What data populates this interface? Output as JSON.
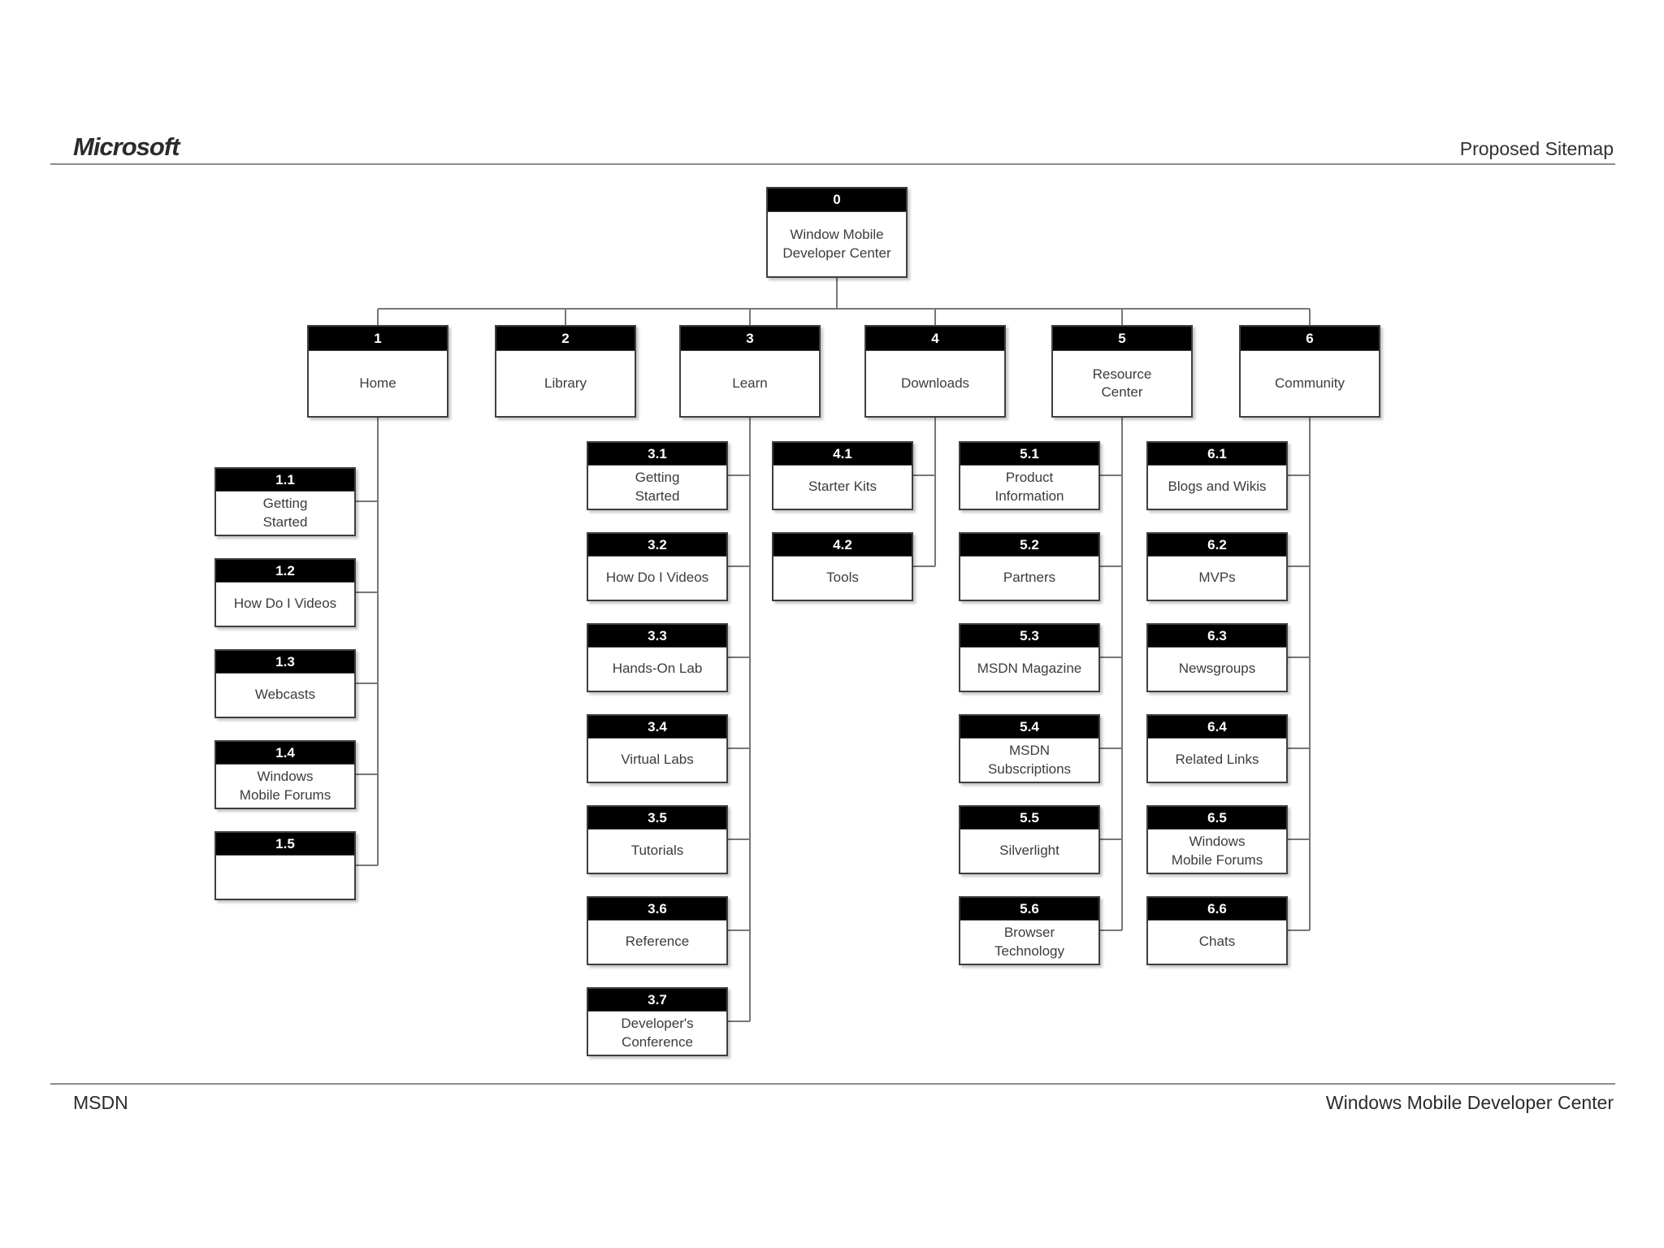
{
  "page": {
    "brand": "Microsoft",
    "title": "Proposed Sitemap",
    "footer_left": "MSDN",
    "footer_right": "Windows Mobile Developer Center"
  },
  "colors": {
    "node_header_bg": "#000000",
    "node_border": "#3f3f3f",
    "connector": "#777777",
    "body_text": "#3c3c3c",
    "rule": "#8c8c8c"
  },
  "sitemap": {
    "root": {
      "id": "0",
      "label": "Window Mobile\nDeveloper Center"
    },
    "level1": [
      {
        "id": "1",
        "label": "Home",
        "key": "c1"
      },
      {
        "id": "2",
        "label": "Library",
        "key": "c2"
      },
      {
        "id": "3",
        "label": "Learn",
        "key": "c3"
      },
      {
        "id": "4",
        "label": "Downloads",
        "key": "c4"
      },
      {
        "id": "5",
        "label": "Resource\nCenter",
        "key": "c5"
      },
      {
        "id": "6",
        "label": "Community",
        "key": "c6"
      }
    ],
    "children": {
      "c1": [
        {
          "id": "1.1",
          "label": "Getting\nStarted"
        },
        {
          "id": "1.2",
          "label": "How Do I Videos"
        },
        {
          "id": "1.3",
          "label": "Webcasts"
        },
        {
          "id": "1.4",
          "label": "Windows\nMobile Forums"
        },
        {
          "id": "1.5",
          "label": ""
        }
      ],
      "c2": [],
      "c3": [
        {
          "id": "3.1",
          "label": "Getting\nStarted"
        },
        {
          "id": "3.2",
          "label": "How Do I Videos"
        },
        {
          "id": "3.3",
          "label": "Hands-On Lab"
        },
        {
          "id": "3.4",
          "label": "Virtual Labs"
        },
        {
          "id": "3.5",
          "label": "Tutorials"
        },
        {
          "id": "3.6",
          "label": "Reference"
        },
        {
          "id": "3.7",
          "label": "Developer's\nConference"
        }
      ],
      "c4": [
        {
          "id": "4.1",
          "label": "Starter Kits"
        },
        {
          "id": "4.2",
          "label": "Tools"
        }
      ],
      "c5": [
        {
          "id": "5.1",
          "label": "Product\nInformation"
        },
        {
          "id": "5.2",
          "label": "Partners"
        },
        {
          "id": "5.3",
          "label": "MSDN Magazine"
        },
        {
          "id": "5.4",
          "label": "MSDN\nSubscriptions"
        },
        {
          "id": "5.5",
          "label": "Silverlight"
        },
        {
          "id": "5.6",
          "label": "Browser\nTechnology"
        }
      ],
      "c6": [
        {
          "id": "6.1",
          "label": "Blogs and Wikis"
        },
        {
          "id": "6.2",
          "label": "MVPs"
        },
        {
          "id": "6.3",
          "label": "Newsgroups"
        },
        {
          "id": "6.4",
          "label": "Related Links"
        },
        {
          "id": "6.5",
          "label": "Windows\nMobile Forums"
        },
        {
          "id": "6.6",
          "label": "Chats"
        }
      ]
    }
  }
}
